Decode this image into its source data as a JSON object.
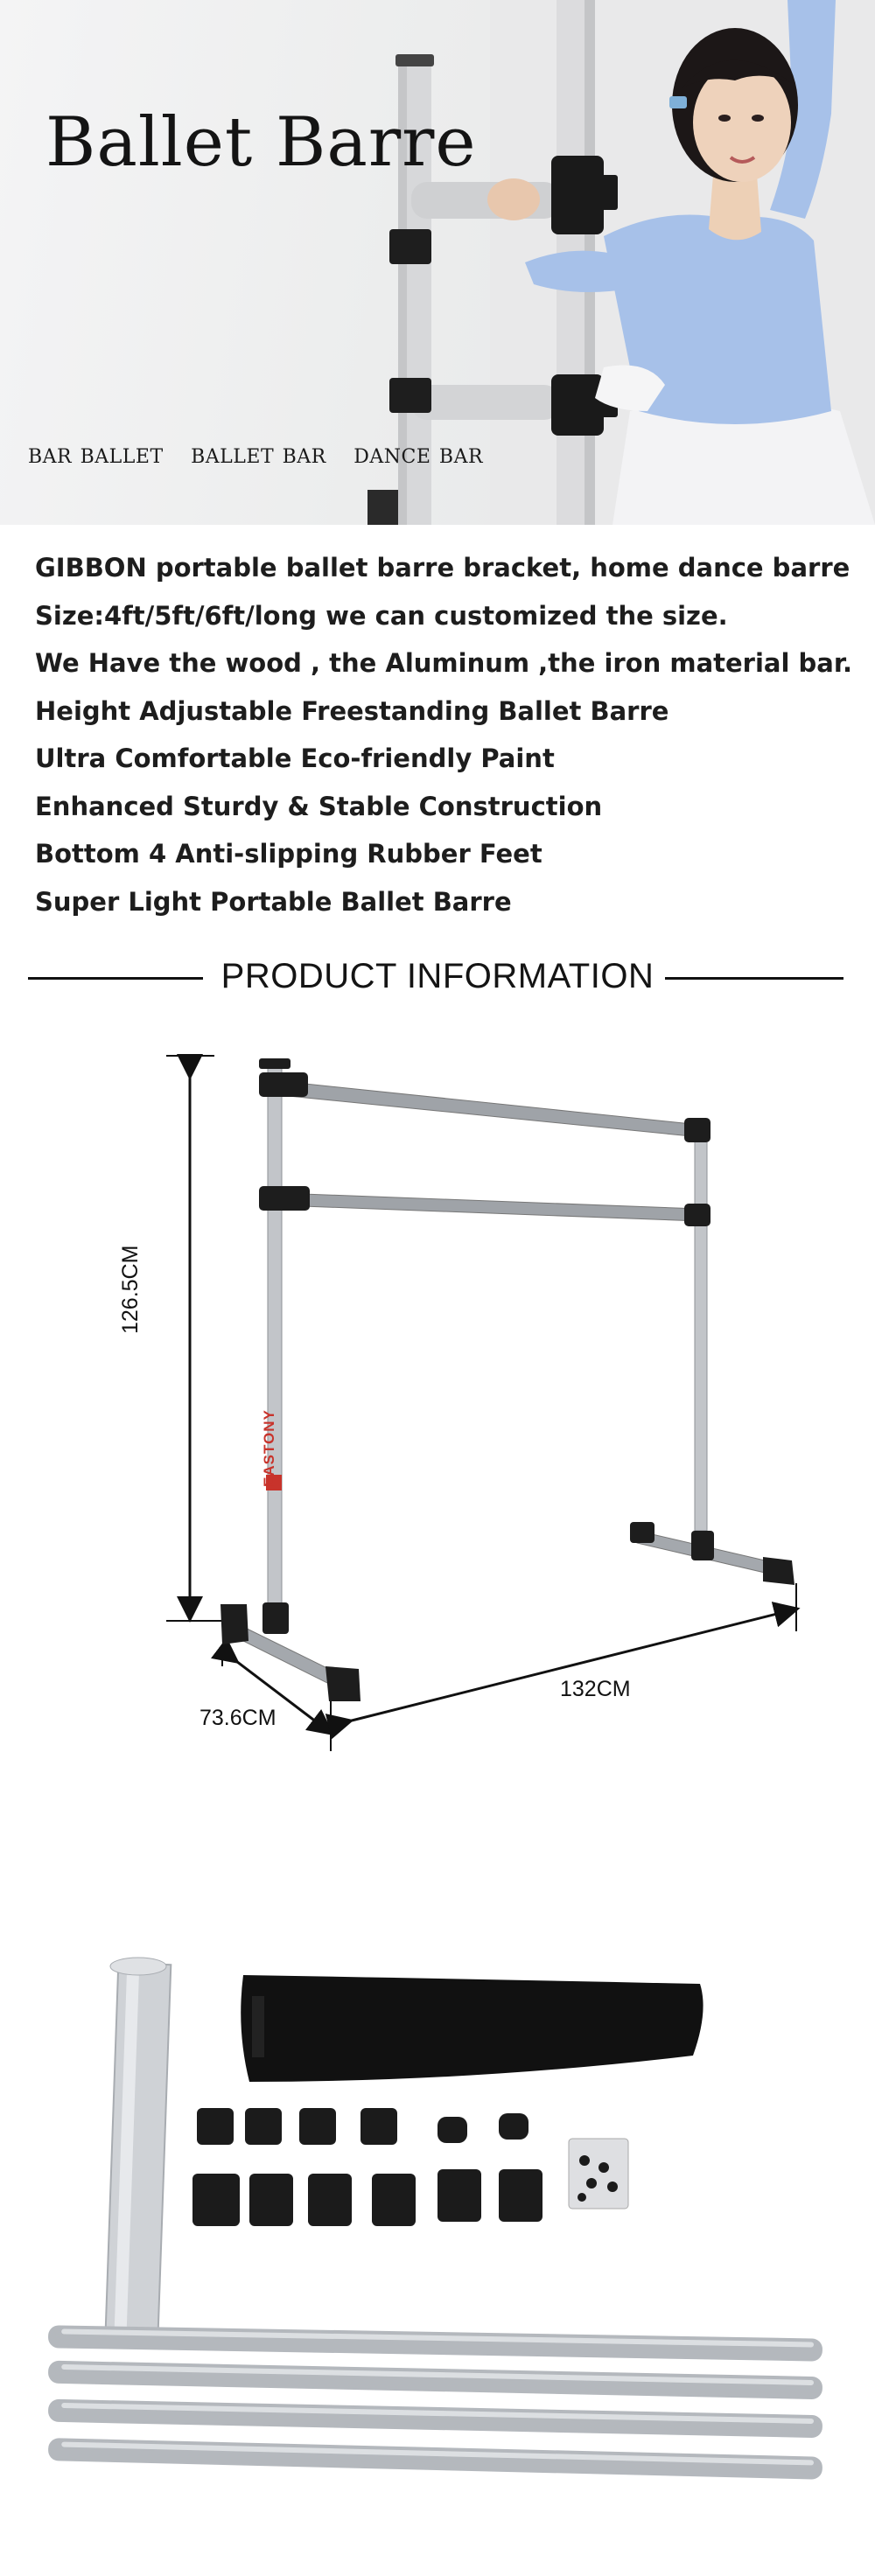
{
  "hero": {
    "title": "Ballet Barre",
    "tags": [
      "BAR BALLET",
      "BALLET BAR",
      "DANCE BAR"
    ]
  },
  "features": [
    "GIBBON  portable ballet barre bracket, home dance barre",
    "Size:4ft/5ft/6ft/long we can customized the size.",
    "We Have the wood , the Aluminum ,the iron material bar.",
    "Height Adjustable Freestanding Ballet Barre",
    "Ultra Comfortable Eco-friendly Paint",
    "Enhanced Sturdy & Stable Construction",
    "Bottom 4 Anti-slipping Rubber Feet",
    "Super Light Portable Ballet Barre"
  ],
  "section_title": "PRODUCT INFORMATION",
  "dimensions": {
    "height": "126.5CM",
    "length": "132CM",
    "depth": "73.6CM"
  },
  "brand": "EASTONY",
  "colors": {
    "aluminum": "#b9bcc0",
    "bracket": "#1b1b1b",
    "dancer_top": "#a9c3ea",
    "brand_red": "#c8332b"
  }
}
